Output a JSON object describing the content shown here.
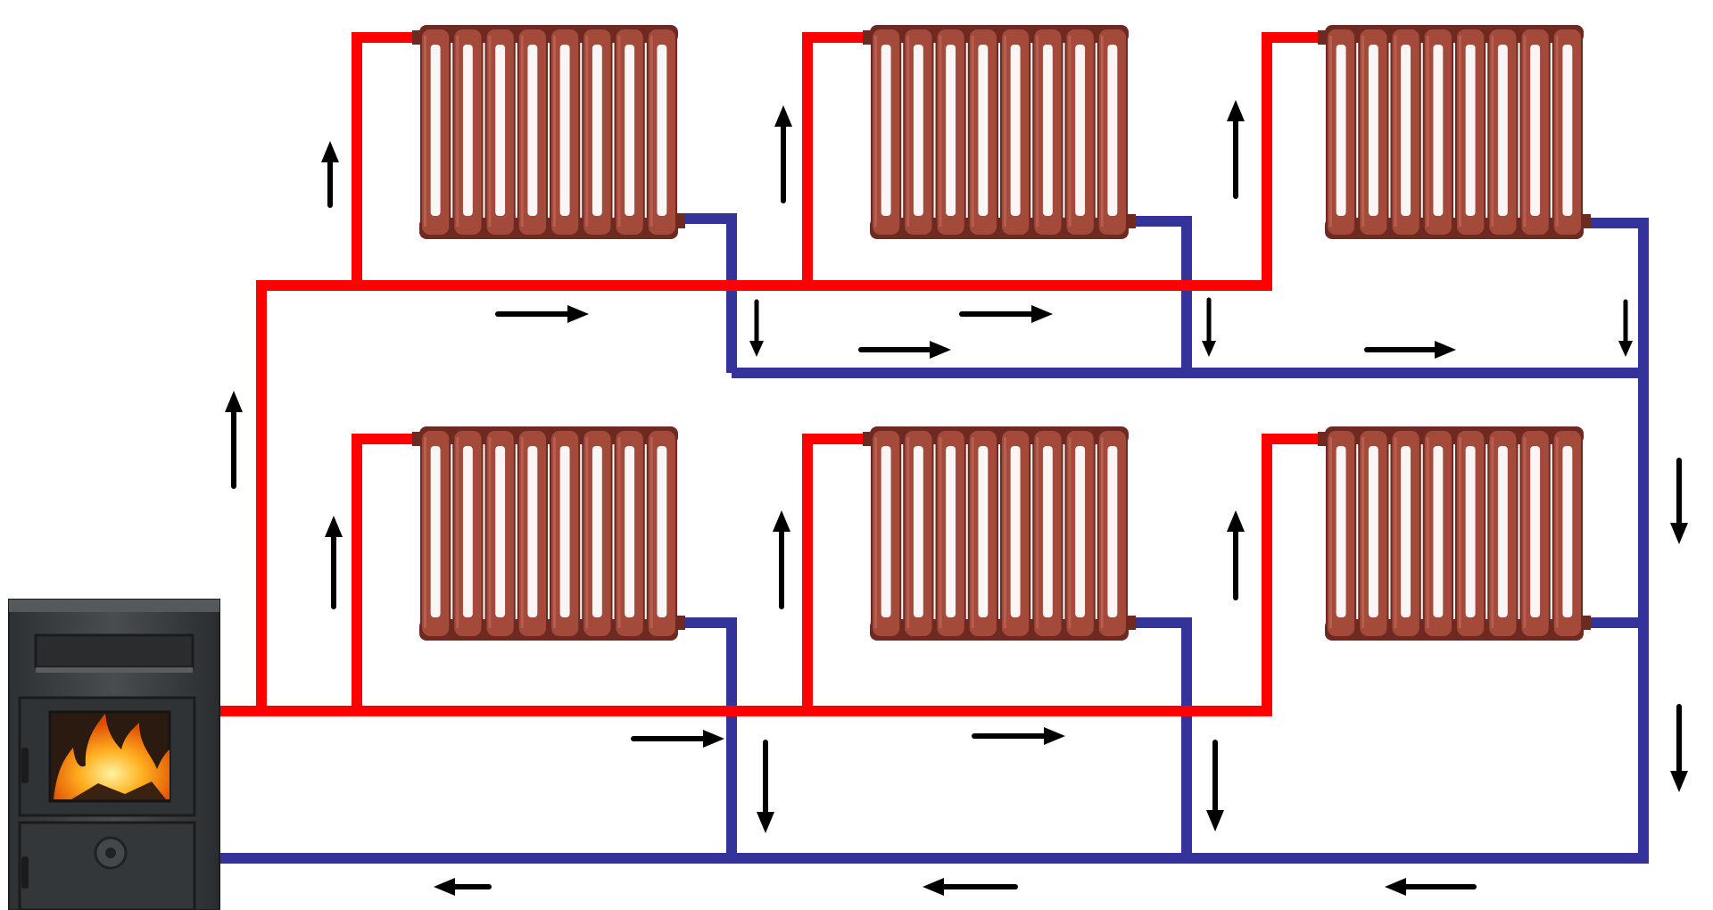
{
  "colors": {
    "supply_pipe": "#ff0000",
    "return_pipe": "#333399",
    "arrow": "#000000",
    "radiator_body": "#a34a3a",
    "radiator_dark": "#6e2a20",
    "radiator_light": "#c0655a",
    "stove_body": "#3d4043",
    "stove_dark": "#25282a",
    "fire": "#ff9a1a"
  },
  "diagram": {
    "type": "two-pipe-heating-scheme",
    "floors": 2,
    "radiators_per_floor": 3,
    "heat_source": "solid-fuel-stove",
    "flow_directions": {
      "supply_risers": "up",
      "supply_mains": "right",
      "return_risers": "down",
      "upper_return_main": "right",
      "lower_return_main": "left"
    }
  }
}
